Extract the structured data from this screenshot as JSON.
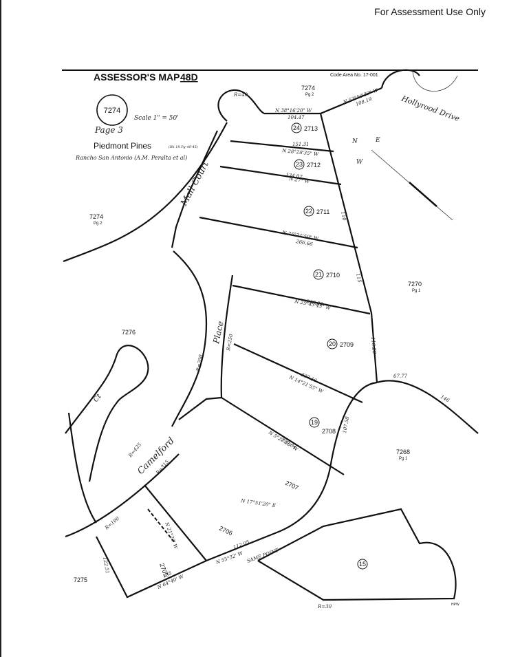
{
  "notice": "For Assessment Use Only",
  "header": {
    "title": "ASSESSOR'S MAP",
    "map_number": "48D",
    "code_area": "Code Area No. 17-001"
  },
  "book_number": "7274",
  "scale": "Scale 1\" = 50'",
  "page": "Page 3",
  "subdivision": {
    "name": "Piedmont Pines",
    "ref": "(Bk 18 Pg 40-45)",
    "rancho": "Rancho San Antonio (A.M. Peralta et al)"
  },
  "streets": {
    "mall_court": "Mall Court",
    "place": "Place",
    "camelford": "Camelford",
    "hollyrood": "Hollyrood Drive",
    "ct": "Ct",
    "same_point": "SAME POINT"
  },
  "adjacent": [
    {
      "id": "a1",
      "text": "7274",
      "sub": "Pg 2"
    },
    {
      "id": "a2",
      "text": "7274",
      "sub": "Pg 2"
    },
    {
      "id": "a3",
      "text": "7270",
      "sub": "Pg 1"
    },
    {
      "id": "a4",
      "text": "7276",
      "sub": ""
    },
    {
      "id": "a5",
      "text": "7268",
      "sub": "Pg 1"
    },
    {
      "id": "a6",
      "text": "7275",
      "sub": ""
    }
  ],
  "lots": [
    {
      "num": "24",
      "parcel": "2713"
    },
    {
      "num": "23",
      "parcel": "2712"
    },
    {
      "num": "22",
      "parcel": "2711"
    },
    {
      "num": "21",
      "parcel": "2710"
    },
    {
      "num": "20",
      "parcel": "2709"
    },
    {
      "num": "19",
      "parcel": "2708"
    },
    {
      "num": "15",
      "parcel": ""
    }
  ],
  "parcels_unlabeled": [
    "2707",
    "2706",
    "2705"
  ],
  "bearings": [
    "N 38°16'20\" W",
    "N 53°50'30\" W",
    "N 28°28'35\" W",
    "N 27° W",
    "N 25°21'50\" W",
    "N 25°43'45\" W",
    "N 14°21'55\" W",
    "N 5°27'10\" W",
    "N 17°51'20\" E",
    "N 55°32' W",
    "N 64°40' W",
    "N 21°20' W"
  ],
  "distances": [
    "104.47",
    "108.19",
    "151.31",
    "134.07",
    "266.66",
    "248.82",
    "237.16",
    "229.04",
    "112.05",
    "135",
    "67.77",
    "146",
    "110",
    "115",
    "116.28",
    "107.58",
    "122.51"
  ],
  "radii": [
    "R=40",
    "R=200",
    "R=250",
    "R=425",
    "R=315",
    "R=100",
    "R=30"
  ],
  "footer_note": "HPW"
}
